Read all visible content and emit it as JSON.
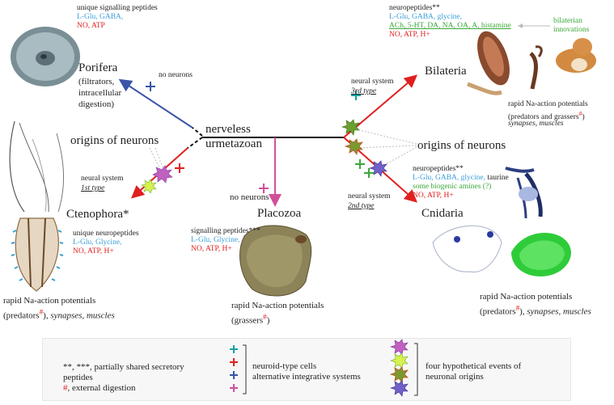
{
  "root": {
    "line1": "nerveless",
    "line2": "urmetazoan"
  },
  "porifera": {
    "name": "Porifera",
    "desc": [
      "(filtrators,",
      "intracellular",
      "digestion)"
    ],
    "peptides_title": "unique signalling peptides",
    "peptides_blue": "L-Glu, GABA,",
    "peptides_red": "NO, ATP",
    "branch_label": "no neurons"
  },
  "bilateria": {
    "name": "Bilateria",
    "neuro_title": "neuropeptides**",
    "neuro_blue": "L-Glu, GABA, glycine,",
    "neuro_green": "ACh, 5-HT, DA, NA, OA, A, histamine",
    "neuro_red": "NO, ATP, H+",
    "innovation_line1": "bilaterian",
    "innovation_line2": "innovations",
    "ns_line1": "neural system",
    "ns_line2": "3rd type",
    "ap_line1": "rapid Na-action potentials",
    "ap_line2": "(predators and grassers",
    "ap_mark": "#",
    "ap_line2_end": ")",
    "ap_line3": "synapses, muscles"
  },
  "ctenophora": {
    "name": "Ctenophora*",
    "origins": "origins of neurons",
    "ns_line1": "neural system",
    "ns_line2": "1st type",
    "pep_title": "unique neuropeptides",
    "pep_blue": "L-Glu, Glycine,",
    "pep_red": "NO, ATP, H+",
    "ap_line1": "rapid Na-action potentials",
    "ap_line2a": "(predators",
    "ap_mark": "#",
    "ap_line2b": "), ",
    "ap_line2c": "synapses, muscles"
  },
  "placozoa": {
    "name": "Placozoa",
    "branch_label": "no neurons",
    "pep_title": "signalling peptides***",
    "pep_blue": "L-Glu, Glycine,",
    "pep_red": "NO, ATP, H+",
    "ap_line1": "rapid Na-action potentials",
    "ap_line2a": "(grassers",
    "ap_mark": "#",
    "ap_line2b": ")"
  },
  "cnidaria": {
    "name": "Cnidaria",
    "origins": "origins of neurons",
    "ns_line1": "neural system",
    "ns_line2": "2nd type",
    "pep_title": "neuropeptides**",
    "pep_blue": "L-Glu, GABA, glycine,",
    "pep_dark": " taurine",
    "pep_green": "some biogenic amines (?)",
    "pep_red": "NO, ATP, H+",
    "ap_line1": "rapid Na-action potentials",
    "ap_line2a": "(predators",
    "ap_mark": "#",
    "ap_line2b": "), ",
    "ap_line2c": "synapses, muscles"
  },
  "legend": {
    "shared_line1": "**, ***, partially shared secretory",
    "shared_line2": "peptides",
    "digestion_mark": "#",
    "digestion_text": ", external digestion",
    "cells_line1": "neuroid-type cells",
    "cells_line2": "alternative integrative systems",
    "events_line1": "four hypothetical events of",
    "events_line2": "neuronal origins"
  },
  "colors": {
    "red": "#e02020",
    "blue": "#3a55a8",
    "magenta": "#d0509a",
    "black": "#111111",
    "teal": "#1aa0a0",
    "green": "#3aa838"
  }
}
